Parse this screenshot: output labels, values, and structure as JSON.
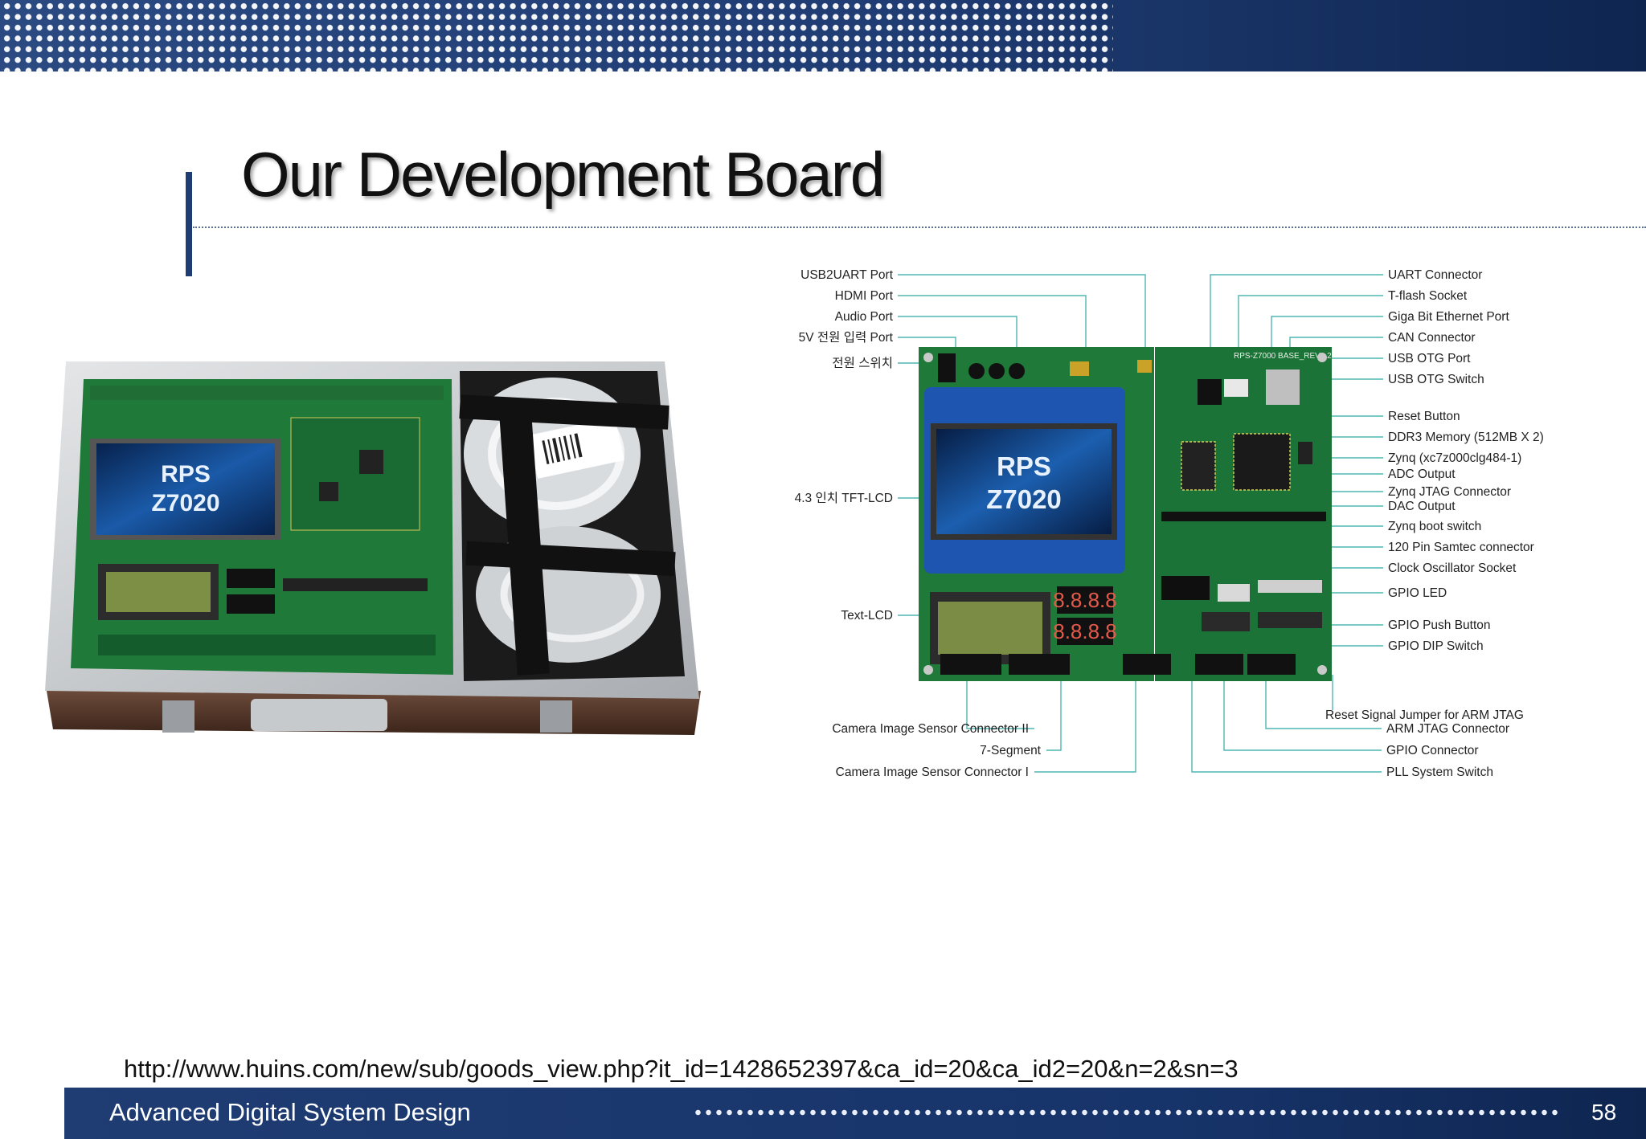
{
  "slide": {
    "title": "Our Development Board",
    "source_url": "http://www.huins.com/new/sub/goods_view.php?it_id=1428652397&ca_id=20&ca_id2=20&n=2&sn=3",
    "footer_label": "Advanced Digital System Design",
    "page_number": "58"
  },
  "case_photo": {
    "screen_line1": "RPS",
    "screen_line2": "Z7020"
  },
  "board_diagram": {
    "board_text": "RPS-Z7000 BASE_REV1.2",
    "screen_line1": "RPS",
    "screen_line2": "Z7020",
    "segment_digits": "8.8.8.8",
    "labels_left": [
      "USB2UART Port",
      "HDMI Port",
      "Audio Port",
      "5V 전원 입력 Port",
      "전원 스위치",
      "4.3 인치 TFT-LCD",
      "Text-LCD"
    ],
    "labels_right": [
      "UART Connector",
      "T-flash Socket",
      "Giga Bit Ethernet Port",
      "CAN Connector",
      "USB OTG Port",
      "USB OTG Switch",
      "Reset Button",
      "DDR3 Memory (512MB X 2)",
      "Zynq (xc7z000clg484-1)",
      "ADC Output",
      "Zynq JTAG Connector",
      "DAC Output",
      "Zynq boot switch",
      "120 Pin Samtec connector",
      "Clock Oscillator Socket",
      "GPIO LED",
      "GPIO Push Button",
      "GPIO DIP Switch"
    ],
    "labels_bottom_left": [
      "Camera Image Sensor Connector II",
      "7-Segment",
      "Camera Image Sensor Connector I"
    ],
    "labels_bottom_right": [
      "Reset Signal Jumper for ARM JTAG",
      "ARM JTAG Connector",
      "GPIO Connector",
      "PLL System Switch"
    ]
  },
  "colors": {
    "banner": "#1f3c73",
    "pcb": "#1f7a3a",
    "callout_line": "#4fb7b3",
    "lcd": "#0b3a78"
  }
}
